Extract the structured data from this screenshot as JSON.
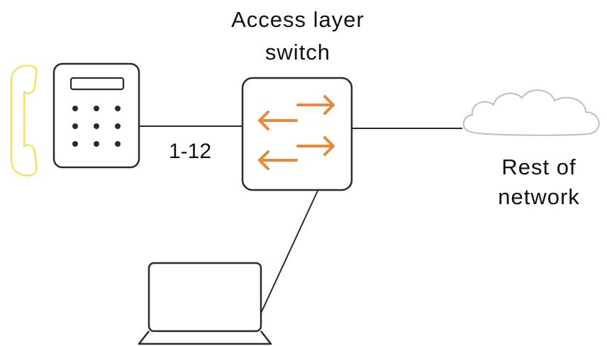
{
  "labels": {
    "switch_title_line1": "Access layer",
    "switch_title_line2": "switch",
    "port_range": "1-12",
    "cloud_label_line1": "Rest of",
    "cloud_label_line2": "network"
  },
  "nodes": {
    "ip_phone": {
      "icon": "ip-phone-icon"
    },
    "switch": {
      "icon": "access-switch-icon"
    },
    "cloud": {
      "icon": "cloud-icon"
    },
    "laptop": {
      "icon": "laptop-icon"
    }
  },
  "colors": {
    "line": "#2a2a2a",
    "arrows": "#e8893a",
    "handset": "#f2e24a",
    "cloud": "#bdbdbd"
  }
}
